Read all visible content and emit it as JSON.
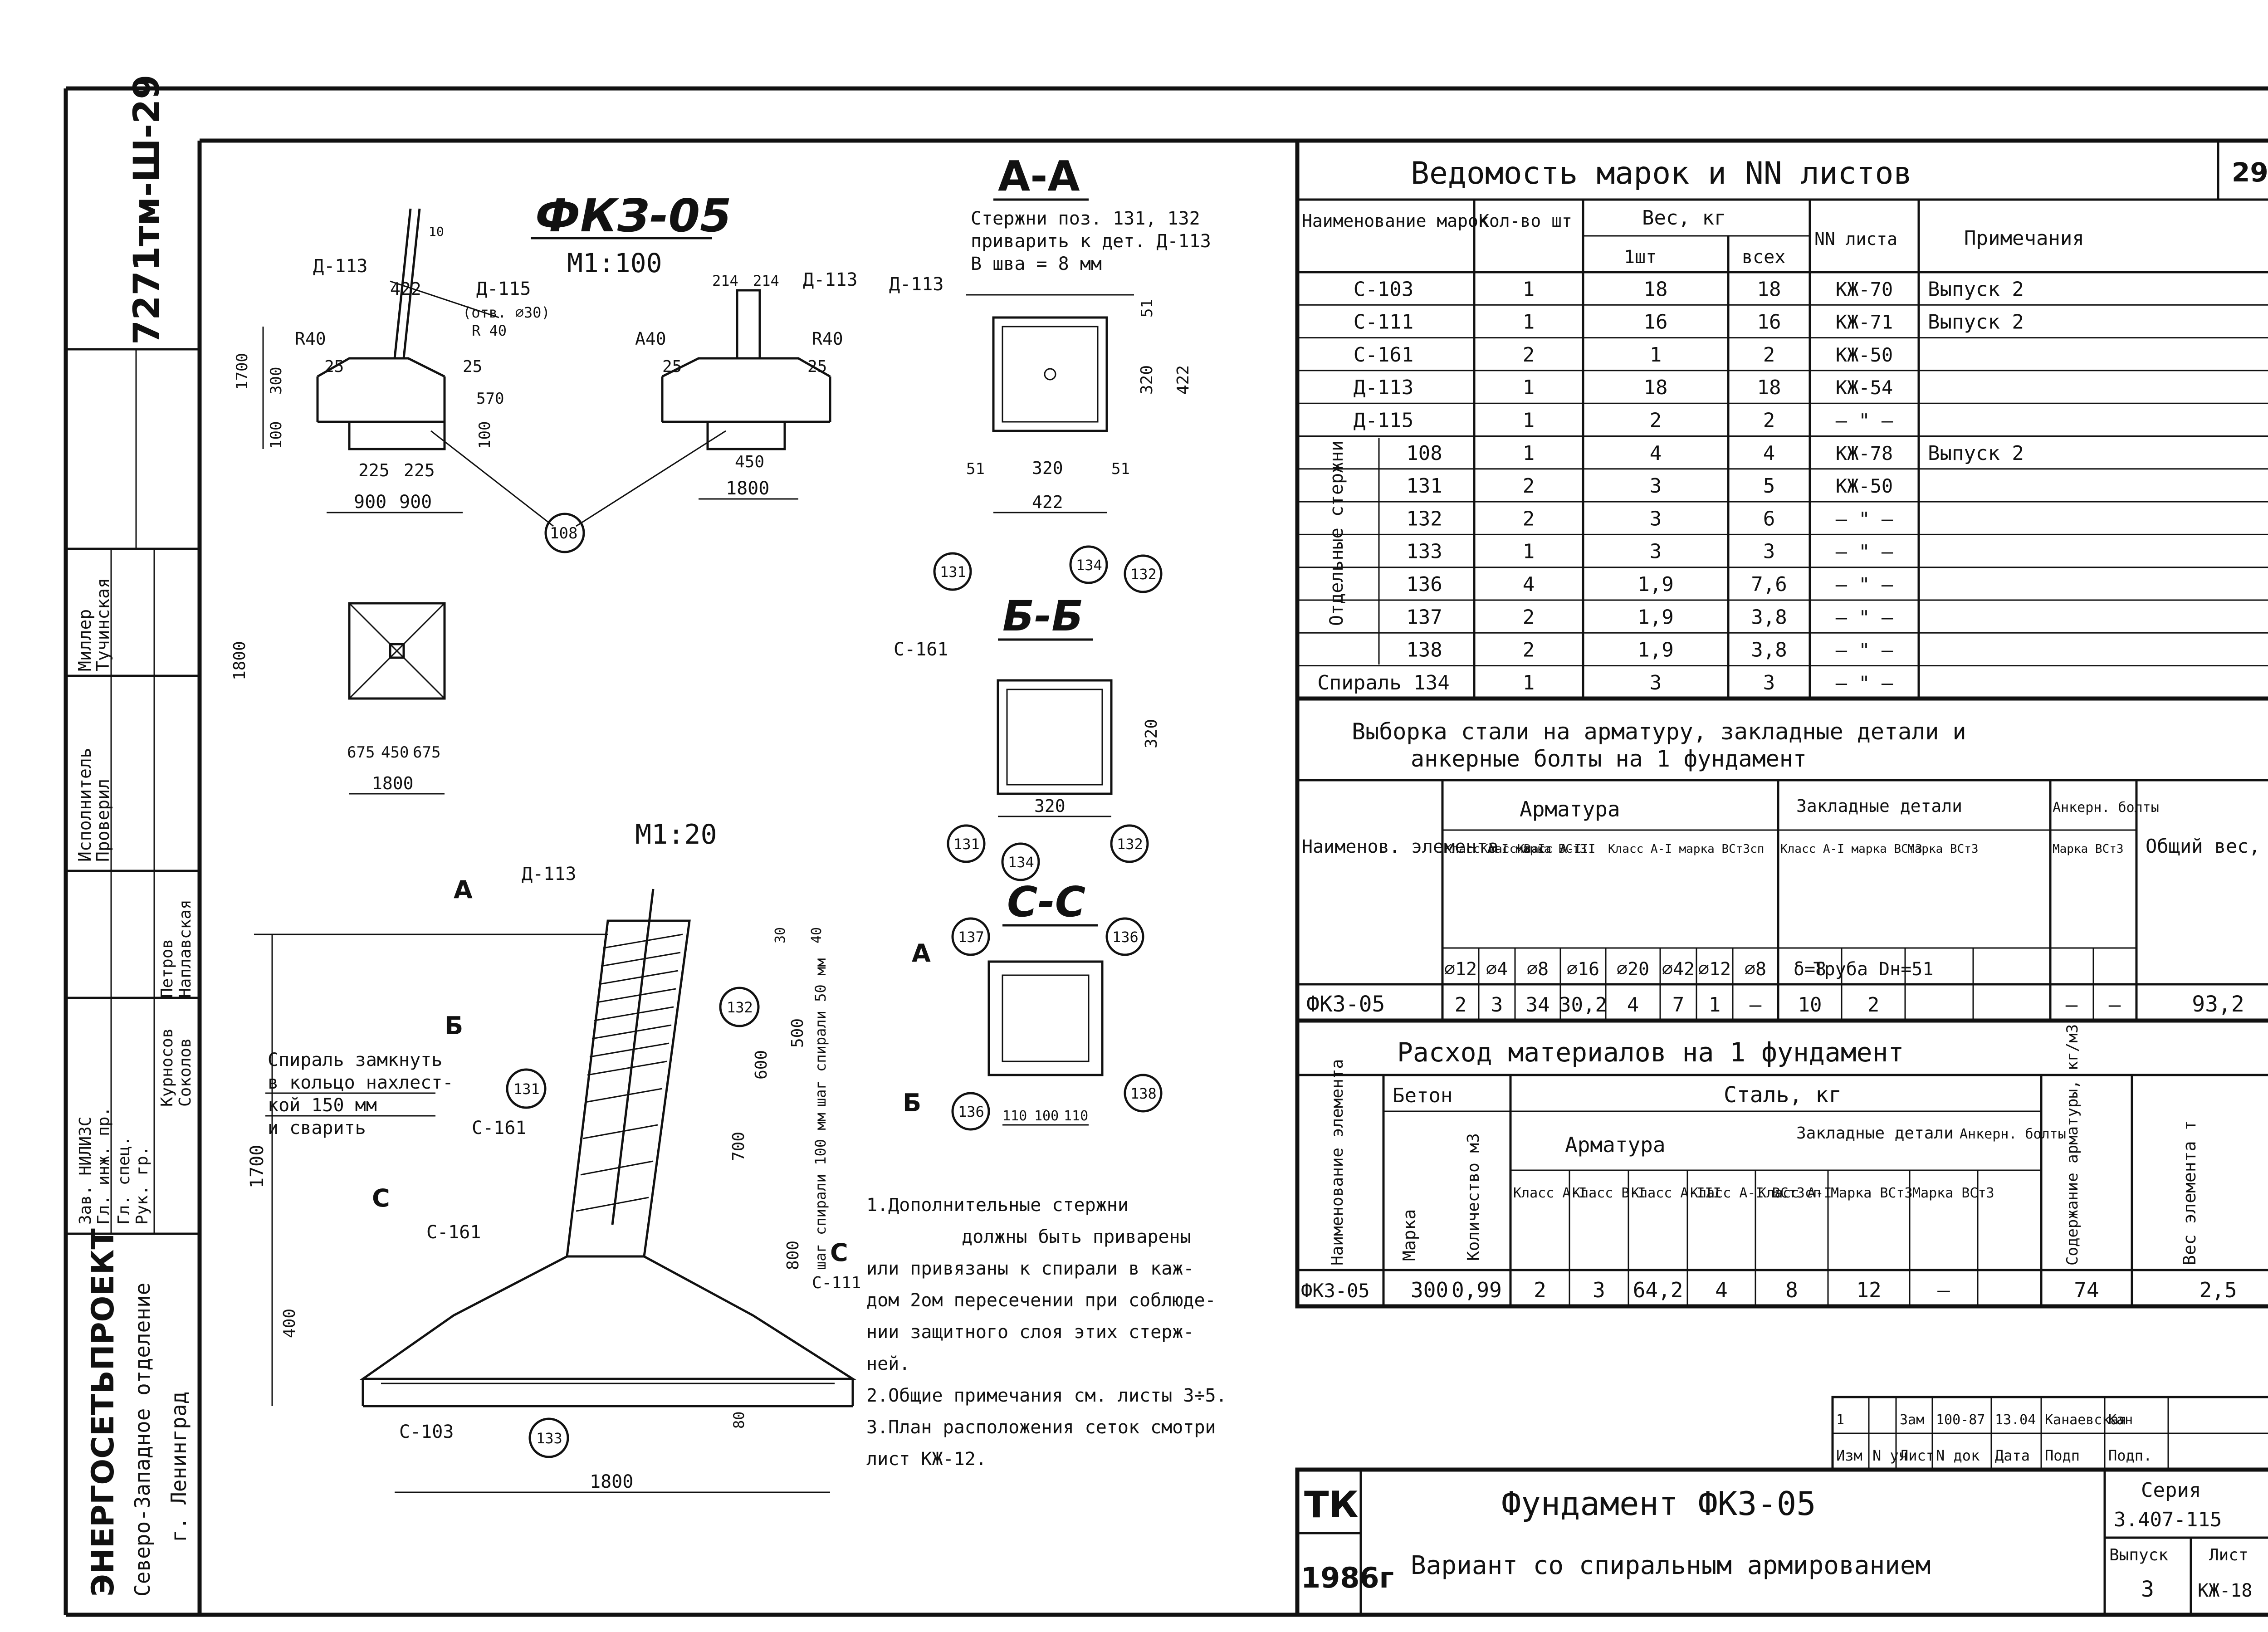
{
  "stamp_left": {
    "drawing_no": "7271тм-Ш-29",
    "company": "ЭНЕРГОСЕТЬПРОЕКТ",
    "branch": "Северо-Западное отделение",
    "city": "г. Ленинград",
    "signers": [
      {
        "role": "Исполнитель",
        "name": "Миллер"
      },
      {
        "role": "Проверил",
        "name": "Тучинская"
      },
      {
        "role": "Зав. НИЛИЗС",
        "name": "Курносов"
      },
      {
        "role": "Гл. инж. пр.",
        "name": "Соколов"
      },
      {
        "role": "Гл. спец.",
        "name": "Петров"
      },
      {
        "role": "Рук. гр.",
        "name": "Наплавская"
      }
    ]
  },
  "drawing": {
    "title_main": "ФКЗ-05",
    "scale_main": "М1:100",
    "scale_detail": "М1:20",
    "section_aa": "А-А",
    "section_bb": "Б-Б",
    "section_cc": "С-С",
    "note_aa_1": "Стержни поз. 131, 132",
    "note_aa_2": "приварить к дет. Д-113",
    "note_aa_3": "В шва = 8 мм",
    "spiral_note_1": "Спираль замкнуть",
    "spiral_note_2": "в кольцо нахлест-",
    "spiral_note_3": "кой 150 мм",
    "spiral_note_4": "и сварить",
    "pitch_50": "шаг спирали 50 мм",
    "pitch_100": "шаг спирали 100 мм",
    "marks": {
      "d113": "Д-113",
      "d115": "Д-115",
      "d115b": "(отв. ⌀30)",
      "c161": "С-161",
      "c103": "С-103",
      "c111": "С-111",
      "r40": "R40",
      "a40": "А40",
      "r40b": "R 40",
      "p108": "108",
      "p131": "131",
      "p132": "132",
      "p133": "133",
      "p134": "134",
      "p136": "136",
      "p137": "137",
      "p138": "138",
      "cut_a": "А",
      "cut_b": "Б",
      "cut_c": "С",
      "h10": "10"
    },
    "dims": {
      "d1800": "1800",
      "d1700": "1700",
      "d900": "900",
      "d225": "225",
      "d422": "422",
      "d300": "300",
      "d100": "100",
      "d25": "25",
      "d570": "570",
      "d214": "214",
      "d450": "450",
      "d320": "320",
      "d51": "51",
      "d675": "675",
      "d500": "500",
      "d600": "600",
      "d700": "700",
      "d800": "800",
      "d400": "400",
      "d80": "80",
      "d30": "30",
      "d40": "40",
      "d110": "110"
    },
    "notes": [
      "1.Дополнительные стержни",
      "должны быть приварены",
      "или привязаны к спирали в каж-",
      "дом 2ом пересечении при соблюде-",
      "нии защитного слоя этих стерж-",
      "ней.",
      "2.Общие примечания см. листы 3÷5.",
      "3.План расположения сеток смотри",
      "лист КЖ-12."
    ]
  },
  "table_marks": {
    "title": "Ведомость марок и NN листов",
    "page": "29",
    "headers": {
      "name": "Наименование марок",
      "qty": "Кол-во шт",
      "weight": "Вес, кг",
      "w1": "1шт",
      "wall": "всех",
      "sheet": "NN листа",
      "note": "Примечания"
    },
    "side_label": "Отдельные стержни",
    "rows": [
      {
        "name": "С-103",
        "qty": "1",
        "w1": "18",
        "wall": "18",
        "sheet": "КЖ-70",
        "note": "Выпуск 2"
      },
      {
        "name": "С-111",
        "qty": "1",
        "w1": "16",
        "wall": "16",
        "sheet": "КЖ-71",
        "note": "Выпуск 2"
      },
      {
        "name": "С-161",
        "qty": "2",
        "w1": "1",
        "wall": "2",
        "sheet": "КЖ-50",
        "note": ""
      },
      {
        "name": "Д-113",
        "qty": "1",
        "w1": "18",
        "wall": "18",
        "sheet": "КЖ-54",
        "note": ""
      },
      {
        "name": "Д-115",
        "qty": "1",
        "w1": "2",
        "wall": "2",
        "sheet": "— \" —",
        "note": ""
      },
      {
        "name": "108",
        "qty": "1",
        "w1": "4",
        "wall": "4",
        "sheet": "КЖ-78",
        "note": "Выпуск 2"
      },
      {
        "name": "131",
        "qty": "2",
        "w1": "3",
        "wall": "5",
        "sheet": "КЖ-50",
        "note": ""
      },
      {
        "name": "132",
        "qty": "2",
        "w1": "3",
        "wall": "6",
        "sheet": "— \" —",
        "note": ""
      },
      {
        "name": "133",
        "qty": "1",
        "w1": "3",
        "wall": "3",
        "sheet": "— \" —",
        "note": ""
      },
      {
        "name": "136",
        "qty": "4",
        "w1": "1,9",
        "wall": "7,6",
        "sheet": "— \" —",
        "note": ""
      },
      {
        "name": "137",
        "qty": "2",
        "w1": "1,9",
        "wall": "3,8",
        "sheet": "— \" —",
        "note": ""
      },
      {
        "name": "138",
        "qty": "2",
        "w1": "1,9",
        "wall": "3,8",
        "sheet": "— \" —",
        "note": ""
      },
      {
        "name": "Спираль 134",
        "qty": "1",
        "w1": "3",
        "wall": "3",
        "sheet": "— \" —",
        "note": ""
      }
    ]
  },
  "table_steel": {
    "title_1": "Выборка стали на арматуру, закладные детали и",
    "title_2": "анкерные болты на 1 фундамент",
    "h_name": "Наименов. элемента",
    "h_arm": "Арматура",
    "h_emb": "Закладные детали",
    "h_anc": "Анкерн. болты",
    "h_total": "Общий вес, кг",
    "sub": [
      "Класс А-I марка ВСт3",
      "Класс В-I",
      "Класс А-III",
      "Класс А-I марка ВСт3сп",
      "Класс А-I марка ВСт3",
      "Марка ВСт3",
      "Марка ВСт3"
    ],
    "dias": [
      "⌀12",
      "⌀4",
      "⌀8",
      "⌀16",
      "⌀20",
      "⌀42",
      "⌀12",
      "⌀8",
      "δ=8",
      "Труба Dн=51",
      "",
      ""
    ],
    "row": {
      "name": "ФКЗ-05",
      "vals": [
        "2",
        "3",
        "34",
        "30,2",
        "4",
        "7",
        "1",
        "—",
        "10",
        "2",
        "—",
        "—"
      ],
      "total": "93,2"
    }
  },
  "table_mat": {
    "title": "Расход материалов на 1 фундамент",
    "h_name": "Наименование элемента",
    "h_concrete": "Бетон",
    "h_mark": "Марка",
    "h_vol": "Количество м3",
    "h_steel": "Сталь, кг",
    "h_arm": "Арматура",
    "h_emb": "Закладные детали",
    "h_anc": "Анкерн. болты",
    "h_content": "Содержание арматуры, кг/м3",
    "h_weight": "Вес элемента т",
    "sub": [
      "Класс А-I",
      "Класс В-I",
      "Класс А-III",
      "Класс А-I ВСт3сп",
      "Класс А-I",
      "Марка ВСт3",
      "Марка ВСт3"
    ],
    "row": {
      "name": "ФКЗ-05",
      "mark": "300",
      "vol": "0,99",
      "vals": [
        "2",
        "3",
        "64,2",
        "4",
        "8",
        "12",
        "—"
      ],
      "content": "74",
      "weight": "2,5"
    }
  },
  "revision": {
    "cells": [
      "1",
      "",
      "Зам",
      "100-87",
      "13.04",
      "Канаевская",
      "Кан"
    ],
    "labels": [
      "Изм",
      "N уч",
      "Лист",
      "N док",
      "Дата",
      "Подп",
      "Подп."
    ]
  },
  "title_block": {
    "tk": "ТК",
    "year": "1986г",
    "title_1": "Фундамент ФКЗ-05",
    "title_2": "Вариант со спиральным армированием",
    "series_label": "Серия",
    "series": "3.407-115",
    "issue_label": "Выпуск",
    "issue": "3",
    "sheet_label": "Лист",
    "sheet": "КЖ-18"
  }
}
